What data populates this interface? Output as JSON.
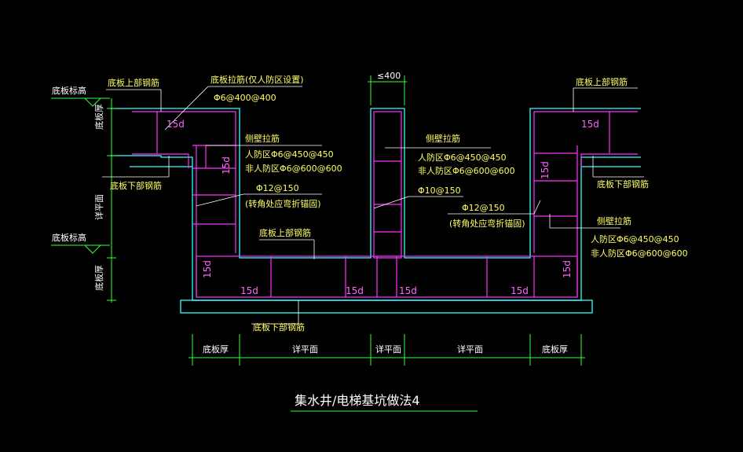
{
  "title": "集水井/电梯基坑做法4",
  "labels": {
    "top_width": "≤400",
    "floor_elev_top": "底板标高",
    "floor_elev_mid": "底板标高",
    "slab_top_rebar_left": "底板上部钢筋",
    "slab_top_rebar_right": "底板上部钢筋",
    "slab_tie_note": "底板拉筋(仅人防区设置)",
    "slab_tie_spec": "Φ6@400@400",
    "side_tie_left": "侧壁拉筋",
    "side_tie_left_civil": "人防区Φ6@450@450",
    "side_tie_left_noncivil": "非人防区Φ6@600@600",
    "side_tie_mid": "侧壁拉筋",
    "side_tie_mid_civil": "人防区Φ6@450@450",
    "side_tie_mid_noncivil": "非人防区Φ6@600@600",
    "side_tie_right": "侧壁拉筋",
    "side_tie_right_civil": "人防区Φ6@450@450",
    "side_tie_right_noncivil": "非人防区Φ6@600@600",
    "bar_left": "Φ12@150",
    "bar_left_note": "(转角处应弯折锚固)",
    "bar_mid": "Φ10@150",
    "bar_right": "Φ12@150",
    "bar_right_note": "(转角处应弯折锚固)",
    "slab_bot_rebar_left": "底板下部钢筋",
    "slab_bot_rebar_right": "底板下部钢筋",
    "slab_top_rebar_bottom": "底板上部钢筋",
    "slab_bot_rebar_bottom": "底板下部钢筋",
    "slab_thk_upper": "底板厚",
    "detail_plan": "详平面",
    "slab_thk_lower": "底板厚",
    "anchor_15d": "15d",
    "dim_bottom": [
      "底板厚",
      "详平面",
      "详平面",
      "详平面",
      "底板厚"
    ]
  },
  "colors": {
    "background": "#000000",
    "concrete": "#33ffff",
    "rebar": "#ff33ff",
    "dimension": "#33ff33",
    "text_label": "#ffff66",
    "leader": "#ffffff"
  }
}
